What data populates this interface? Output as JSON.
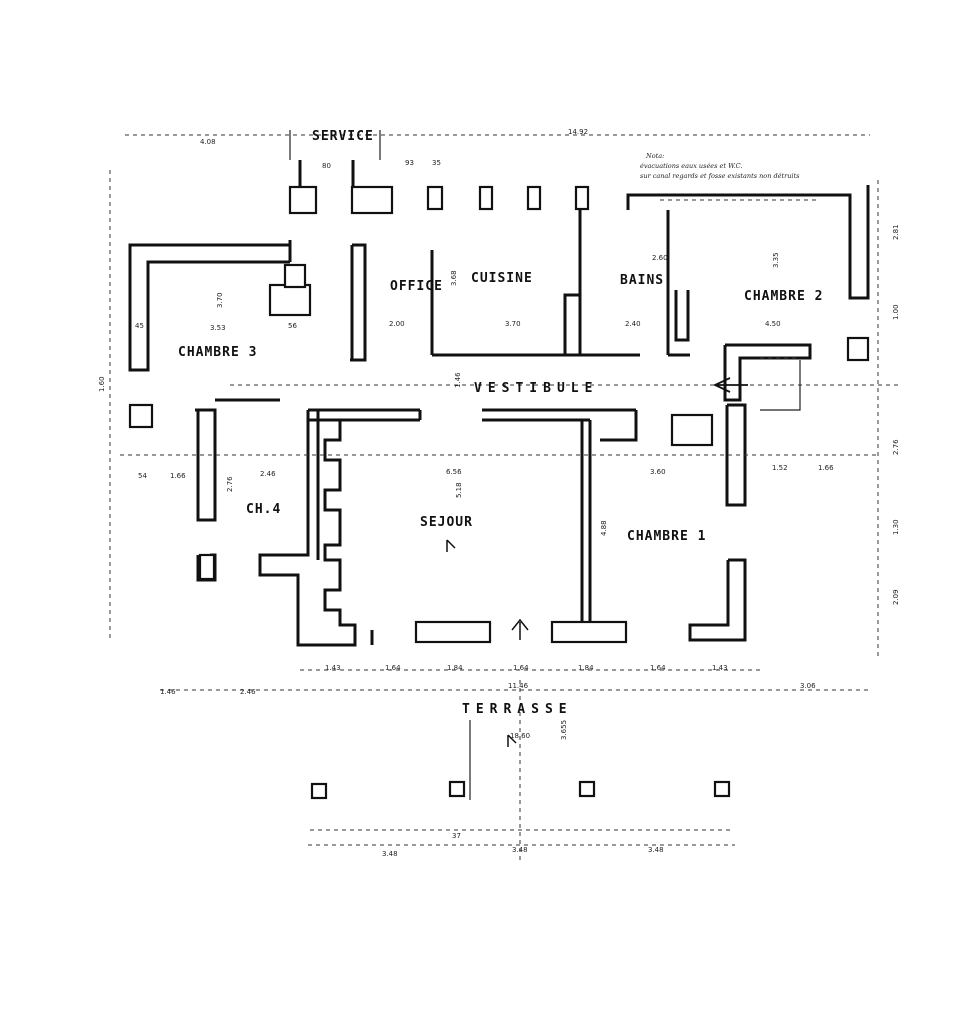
{
  "plan": {
    "rooms": {
      "service": "SERVICE",
      "office": "OFFICE",
      "cuisine": "CUISINE",
      "bains": "BAINS",
      "chambre2": "CHAMBRE 2",
      "chambre3": "CHAMBRE 3",
      "vestibule": "VESTIBULE",
      "ch4": "CH.4",
      "sejour": "SEJOUR",
      "chambre1": "CHAMBRE 1",
      "terrasse": "TERRASSE"
    },
    "note": {
      "heading": "Nota:",
      "line1": "évacuations eaux usées et W.C.",
      "line2": "sur canal regards et fosse existants non détruits"
    },
    "dims": {
      "top_total": "14.92",
      "top_left": "4.08",
      "d_cuisine": "3.70",
      "d_office": "2.00",
      "d_bains": "2.40",
      "d_ch2": "4.50",
      "d_ch3": "3.53",
      "d_ch3_h": "3.70",
      "d_vest": "1.46",
      "d_sejour_w": "6.56",
      "d_sejour_h": "5.18",
      "d_ch1_w": "3.60",
      "d_ch1_h": "4.88",
      "d_ch4_w": "2.46",
      "d_ch4_h": "2.76",
      "d_terr_w": "11.46",
      "d_terr_h": "3.655",
      "d_terr_2": "18.60",
      "d_left_out": "1.46",
      "d_left_out2": "2.46",
      "d_right_out": "3.06",
      "d_bot_1": "3.48",
      "d_bot_2": "3.48",
      "d_bot_3": "3.48",
      "d_bay_1": "1.43",
      "d_bay_2": "1.64",
      "d_bay_3": "1.84",
      "d_bay_4": "1.64",
      "d_bay_5": "1.84",
      "d_bay_6": "1.64",
      "d_bay_7": "1.43",
      "d_w_45": "45",
      "d_w_54": "54",
      "d_w_37": "37",
      "d_w_93": "93",
      "d_w_35": "35",
      "d_right_281": "2.81",
      "d_right_276": "2.76",
      "d_right_209": "2.09",
      "d_right_100": "1.00",
      "d_right_130": "1.30",
      "d_left_160": "1.60",
      "d_ch2_h": "3.35",
      "d_ch2_x": "1.52",
      "d_ch2_y": "1.66",
      "d_cuis_h": "3.68",
      "d_bains_x": "2.60",
      "d_ch3_x": "1.66",
      "d_sm_56": "56",
      "d_sm_80": "80"
    }
  }
}
